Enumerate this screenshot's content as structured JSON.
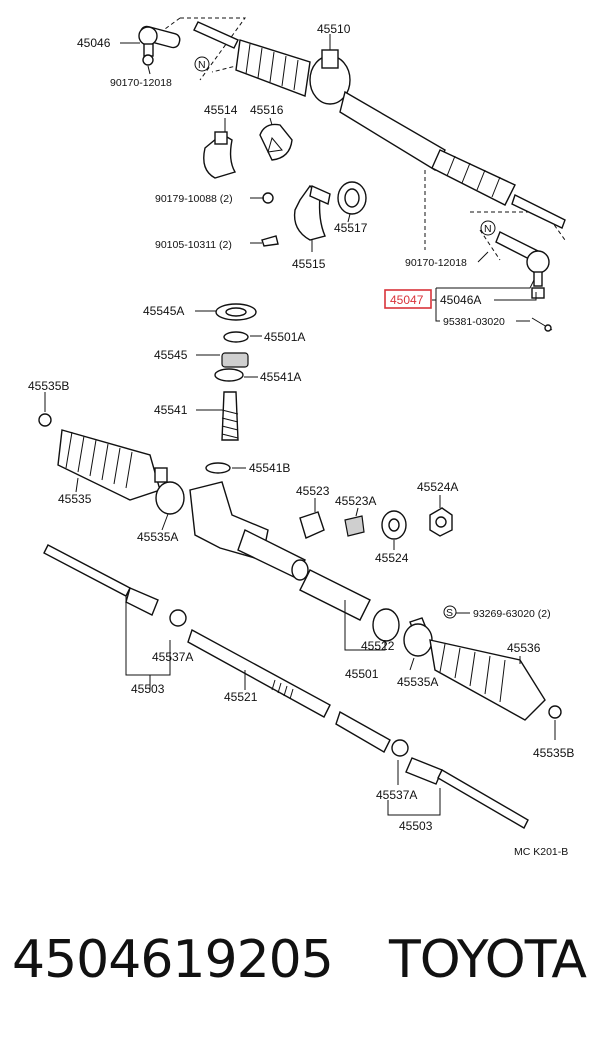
{
  "labels": {
    "p45046": "45046",
    "p45510": "45510",
    "p90170a": "90170-12018",
    "p45514": "45514",
    "p45516": "45516",
    "p90179": "90179-10088 (2)",
    "p90105": "90105-10311 (2)",
    "p45517": "45517",
    "p45515": "45515",
    "p90170b": "90170-12018",
    "p45047": "45047",
    "p45046A": "45046A",
    "p95381": "95381-03020",
    "p45545A": "45545A",
    "p45501A": "45501A",
    "p45545": "45545",
    "p45541A": "45541A",
    "p45535B_l": "45535B",
    "p45541": "45541",
    "p45541B": "45541B",
    "p45535": "45535",
    "p45523": "45523",
    "p45523A": "45523A",
    "p45524A": "45524A",
    "p45535A_l": "45535A",
    "p45524": "45524",
    "p93269": "93269-63020 (2)",
    "p45522": "45522",
    "p45536": "45536",
    "p45537A_l": "45537A",
    "p45501": "45501",
    "p45535A_r": "45535A",
    "p45503_l": "45503",
    "p45521": "45521",
    "p45535B_r": "45535B",
    "p45537A_r": "45537A",
    "p45503_r": "45503",
    "mark_n": "N",
    "mark_s": "S",
    "code": "MC   K201-B"
  },
  "footer": {
    "part_number": "4504619205",
    "brand": "TOYOTA"
  },
  "colors": {
    "highlight": "#d9333a"
  }
}
